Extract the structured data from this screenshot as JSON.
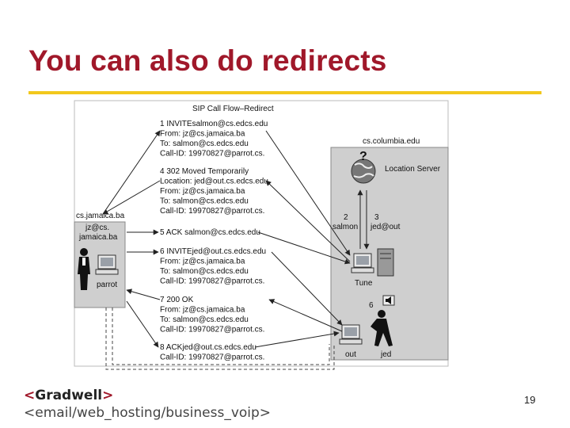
{
  "slide": {
    "title": "You can also do redirects",
    "page_number": "19"
  },
  "footer": {
    "brand_open": "<",
    "brand_name": "Gradwell",
    "brand_close": ">",
    "tagline": "<email/web_hosting/business_voip>"
  },
  "diagram": {
    "title": "SIP Call Flow–Redirect",
    "left_domain": "cs.jamaica.ba",
    "left_user": "jz@cs.\njamaica.ba",
    "left_host": "parrot",
    "right_domain": "cs.columbia.edu",
    "location_server": "Location Server",
    "proxy_host": "Tune",
    "target_host": "out",
    "target_user": "jed",
    "arrow2_num": "2",
    "arrow2_label": "salmon",
    "arrow3_num": "3",
    "arrow3_label": "jed@out",
    "step6_num": "6",
    "messages": [
      {
        "lines": [
          "1 INVITEsalmon@cs.edcs.edu",
          "From: jz@cs.jamaica.ba",
          "To: salmon@cs.edcs.edu",
          "Call-ID: 19970827@parrot.cs."
        ]
      },
      {
        "lines": [
          "4 302 Moved Temporarily",
          "Location: jed@out.cs.edcs.edu",
          "From: jz@cs.jamaica.ba",
          "To: salmon@cs.edcs.edu",
          "Call-ID: 19970827@parrot.cs."
        ]
      },
      {
        "lines": [
          "5 ACK salmon@cs.edcs.edu"
        ]
      },
      {
        "lines": [
          "6 INVITEjed@out.cs.edcs.edu",
          "From: jz@cs.jamaica.ba",
          "To: salmon@cs.edcs.edu",
          "Call-ID: 19970827@parrot.cs."
        ]
      },
      {
        "lines": [
          "7 200 OK",
          "From: jz@cs.jamaica.ba",
          "To: salmon@cs.edcs.edu",
          "Call-ID: 19970827@parrot.cs."
        ]
      },
      {
        "lines": [
          "8 ACKjed@out.cs.edcs.edu",
          "Call-ID: 19970827@parrot.cs."
        ]
      }
    ]
  }
}
